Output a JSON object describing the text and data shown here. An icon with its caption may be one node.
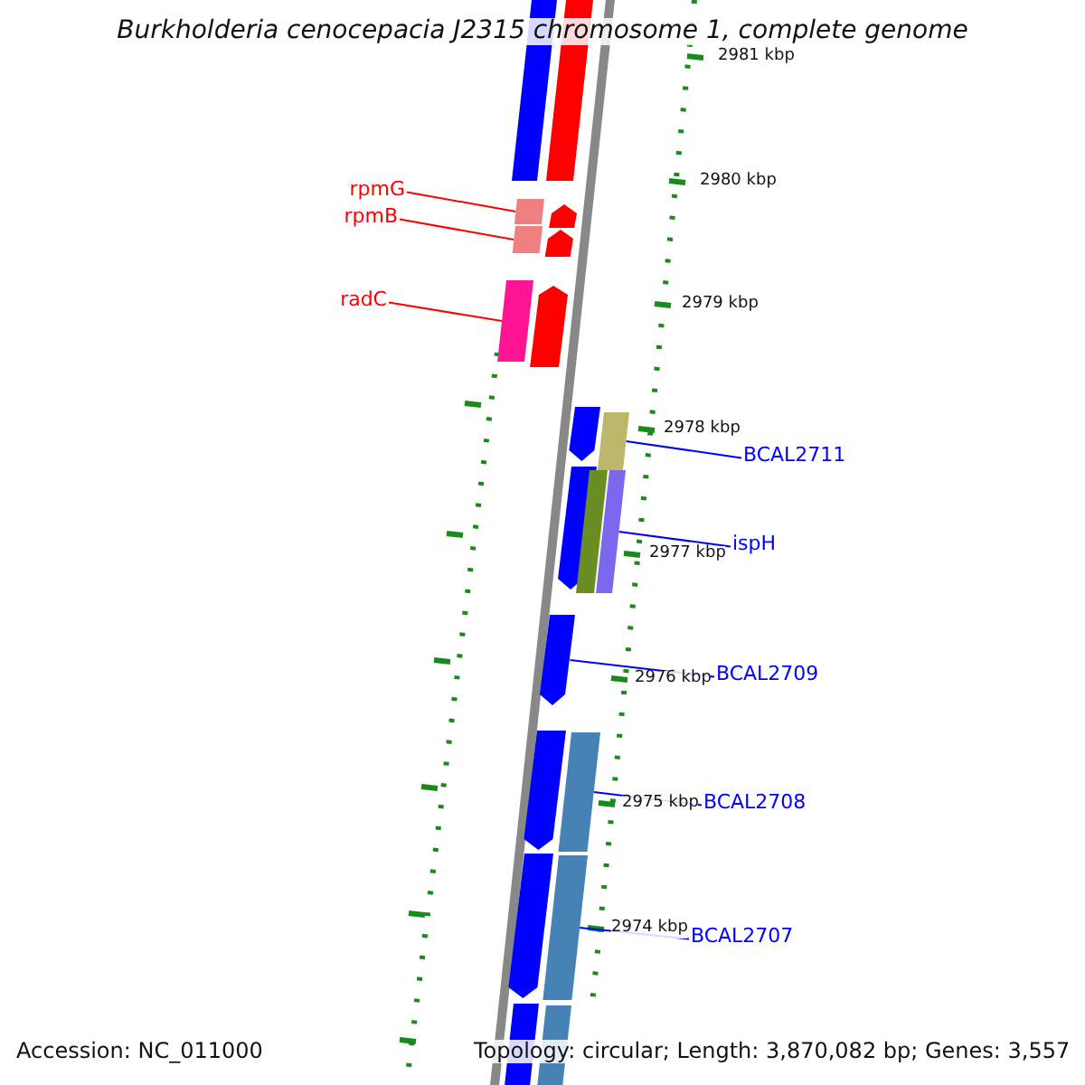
{
  "diagram": {
    "title": "Burkholderia cenocepacia J2315 chromosome 1, complete genome",
    "nodes": [
      {
        "text": [
          "rpmG"
        ]
      },
      {
        "text": [
          "rpmB"
        ]
      },
      {
        "text": [
          "radC"
        ]
      },
      {
        "text": [
          "BCAL2711"
        ]
      },
      {
        "text": [
          "ispH"
        ]
      },
      {
        "text": [
          "BCAL2709"
        ]
      },
      {
        "text": [
          "BCAL2708"
        ]
      },
      {
        "text": [
          "BCAL2707"
        ]
      },
      {
        "text": [],
        "shape": "bar"
      },
      {
        "text": [],
        "shape": "bar"
      },
      {
        "text": [],
        "shape": "bar"
      },
      {
        "text": [],
        "shape": "bar"
      },
      {
        "text": [],
        "shape": "bar"
      },
      {
        "text": [],
        "shape": "bar"
      },
      {
        "text": [],
        "shape": "bar"
      },
      {
        "text": [],
        "shape": "bar"
      },
      {
        "text": [],
        "shape": "bar"
      },
      {
        "text": [],
        "shape": "bar"
      },
      {
        "text": [],
        "shape": "bar"
      },
      {
        "text": [],
        "shape": "bar"
      },
      {
        "text": [],
        "shape": "bar"
      },
      {
        "text": [],
        "shape": "bar"
      },
      {
        "text": [],
        "shape": "bar"
      },
      {
        "text": [],
        "shape": "bar"
      },
      {
        "text": [],
        "shape": "bar"
      },
      {
        "text": [],
        "shape": "bar"
      },
      {
        "text": [],
        "shape": "bar"
      },
      {
        "text": [],
        "shape": "bar"
      }
    ],
    "edges": [
      {
        "from": 0,
        "to": 10,
        "arrow": "none",
        "color": "#ff0000"
      },
      {
        "from": 1,
        "to": 12,
        "arrow": "none",
        "color": "#ff0000"
      },
      {
        "from": 2,
        "to": 14,
        "arrow": "none",
        "color": "#ff0000"
      },
      {
        "from": 3,
        "to": 17,
        "arrow": "none"
      },
      {
        "from": 4,
        "to": 20,
        "arrow": "none"
      },
      {
        "from": 5,
        "to": 21,
        "arrow": "none"
      },
      {
        "from": 6,
        "to": 23,
        "arrow": "none"
      },
      {
        "from": 7,
        "to": 25,
        "arrow": "none"
      }
    ],
    "labels": [
      "2981 kbp",
      "2980 kbp",
      "2979 kbp",
      "2978 kbp",
      "2977 kbp",
      "2976 kbp",
      "2975 kbp",
      "2974 kbp",
      "Accession: NC_011000",
      "Topology: circular; Length: 3,870,082 bp; Genes: 3,557"
    ]
  }
}
